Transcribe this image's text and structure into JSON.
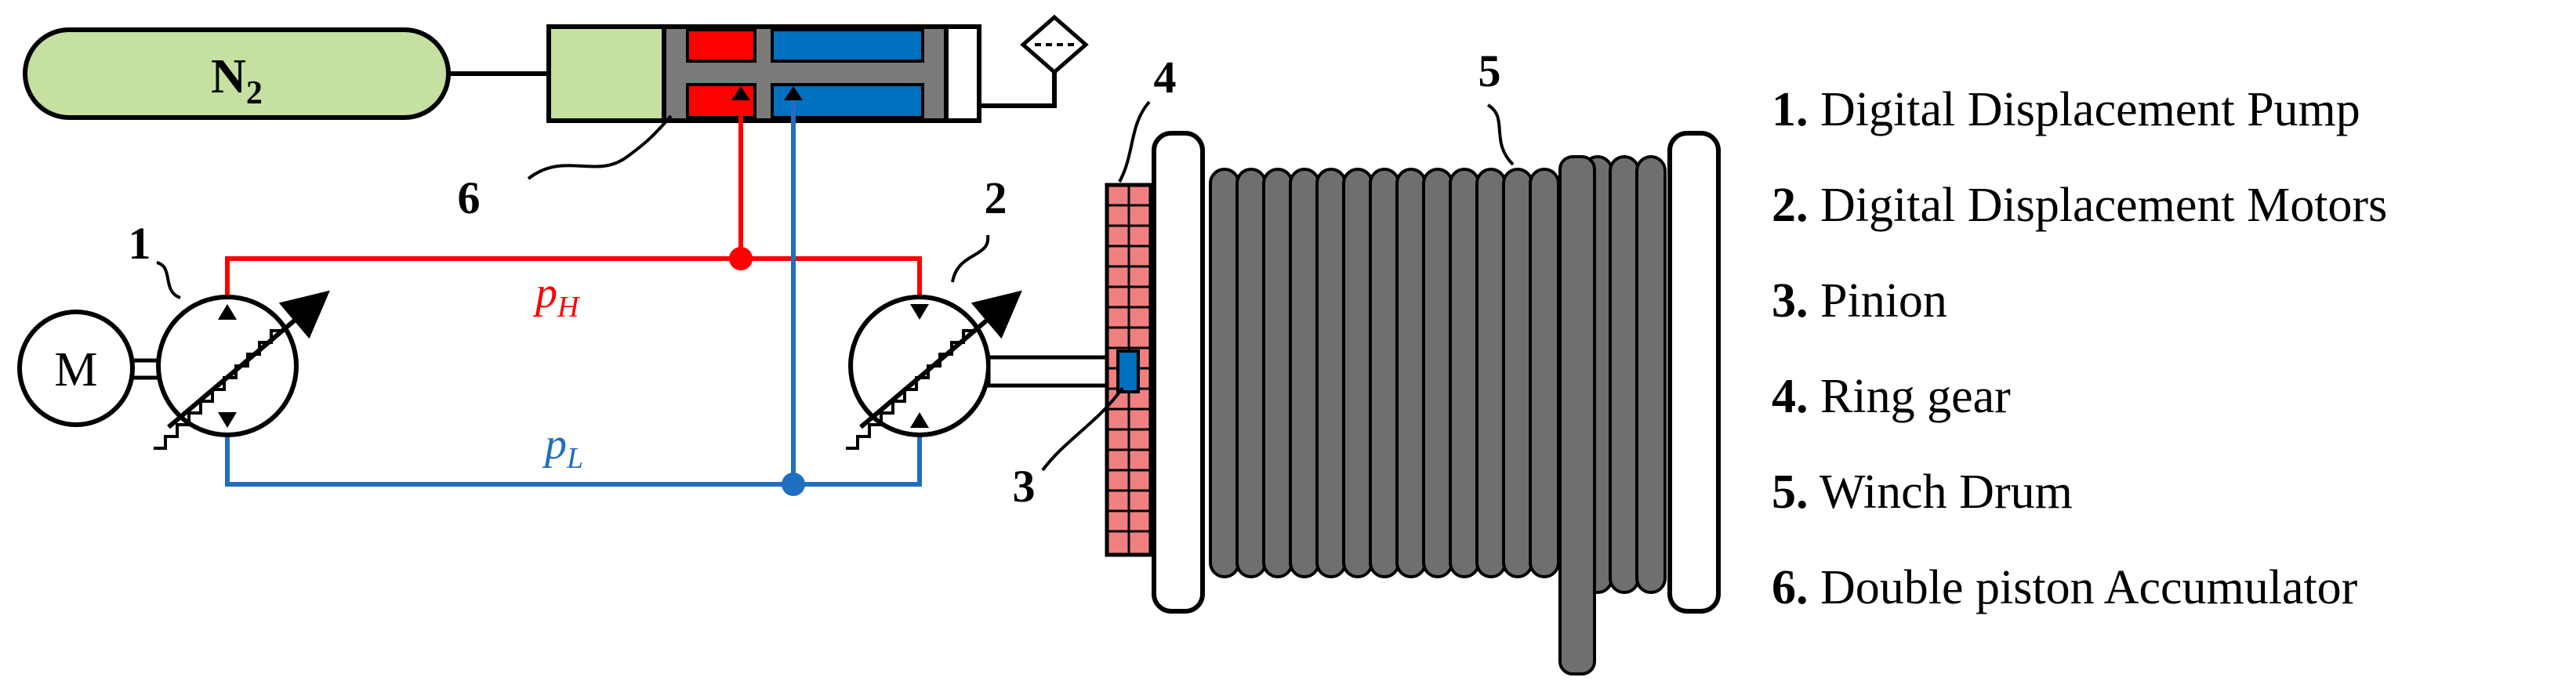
{
  "colors": {
    "high_pressure": "#ff0000",
    "low_pressure": "#1f6fc0",
    "nitrogen_tank": "#c5e0a0",
    "accumulator_blue": "#0070c0",
    "accumulator_red": "#ff0000",
    "ring_gear": "#f08080",
    "drum_rope": "#6f6f6f",
    "frame": "#000000"
  },
  "tank": {
    "label": "N",
    "subscript": "2"
  },
  "motor_label": "M",
  "pressure_labels": {
    "high": {
      "base": "p",
      "sub": "H"
    },
    "low": {
      "base": "p",
      "sub": "L"
    }
  },
  "callouts": [
    "1",
    "2",
    "3",
    "4",
    "5",
    "6"
  ],
  "legend": [
    {
      "num": "1.",
      "text": "Digital Displacement Pump"
    },
    {
      "num": "2.",
      "text": "Digital Displacement Motors"
    },
    {
      "num": "3.",
      "text": "Pinion"
    },
    {
      "num": "4.",
      "text": "Ring gear"
    },
    {
      "num": "5.",
      "text": "Winch Drum"
    },
    {
      "num": "6.",
      "text": "Double piston Accumulator"
    }
  ]
}
